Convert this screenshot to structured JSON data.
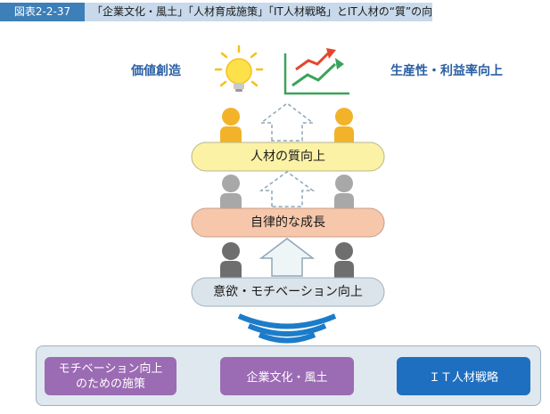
{
  "header": {
    "figure_id": "図表2-2-37",
    "title": "「企業文化・風土」「人材育成施策」「IT人材戦略」とIT人材の“質”の向上"
  },
  "top_labels": {
    "left": "価値創造",
    "right": "生産性・利益率向上"
  },
  "pyramid": {
    "level_top": "人材の質向上",
    "level_mid": "自律的な成長",
    "level_base": "意欲・モチベーション向上"
  },
  "foundation": {
    "left": "モチベーション向上\nのための施策",
    "center": "企業文化・風土",
    "right": "ＩＴ人材戦略"
  },
  "colors": {
    "header_tag": "#3d7fb8",
    "header_bg": "#c7d9ea",
    "accent_blue": "#2a5fa3",
    "pill_yellow": "#fbf2a6",
    "pill_orange": "#f6c7aa",
    "pill_grey": "#dbe4ea",
    "tile_purple": "#9b6bb3",
    "tile_blue": "#1f6fc0",
    "person_orange": "#f2b32a",
    "person_grey": "#a8a8a8",
    "person_dark": "#6e6e6e",
    "connector": "#8dc6dd"
  },
  "icons": [
    "light-bulb-icon",
    "growth-chart-icon",
    "wifi-signal-icon",
    "double-arrow-icon",
    "person-icon",
    "up-arrow-icon"
  ]
}
